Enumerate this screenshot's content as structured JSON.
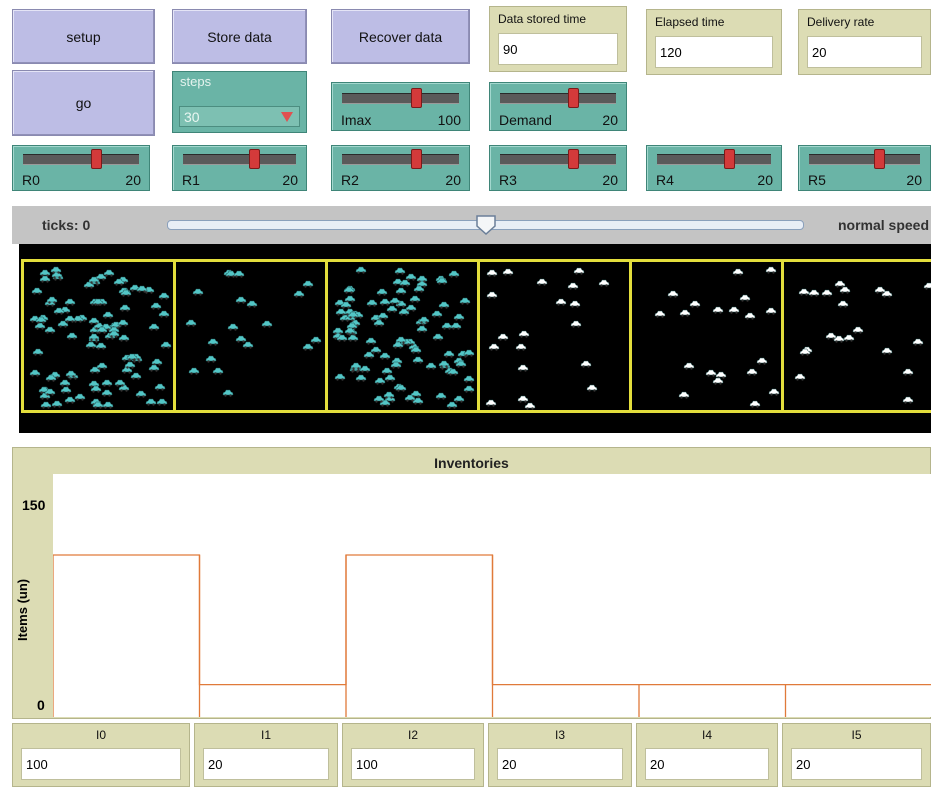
{
  "buttons": {
    "setup": "setup",
    "store": "Store data",
    "recover": "Recover data",
    "go": "go"
  },
  "monitors": {
    "data_stored_time": {
      "label": "Data stored time",
      "value": "90"
    },
    "elapsed_time": {
      "label": "Elapsed time",
      "value": "120"
    },
    "delivery_rate": {
      "label": "Delivery rate",
      "value": "20"
    }
  },
  "chooser": {
    "label": "steps",
    "value": "30"
  },
  "sliders": {
    "imax": {
      "name": "Imax",
      "value": "100",
      "level": 0.62
    },
    "demand": {
      "name": "Demand",
      "value": "20",
      "level": 0.62
    },
    "R0": {
      "name": "R0",
      "value": "20",
      "level": 0.62
    },
    "R1": {
      "name": "R1",
      "value": "20",
      "level": 0.62
    },
    "R2": {
      "name": "R2",
      "value": "20",
      "level": 0.62
    },
    "R3": {
      "name": "R3",
      "value": "20",
      "level": 0.62
    },
    "R4": {
      "name": "R4",
      "value": "20",
      "level": 0.62
    },
    "R5": {
      "name": "R5",
      "value": "20",
      "level": 0.62
    }
  },
  "ticks": {
    "label": "ticks: 0",
    "speed_label": "normal speed",
    "speed_level": 0.5
  },
  "world": {
    "patches": [
      {
        "name": "I0",
        "cars": 100,
        "color": "#53c6c6"
      },
      {
        "name": "I1",
        "cars": 20,
        "color": "#53c6c6"
      },
      {
        "name": "I2",
        "cars": 100,
        "color": "#53c6c6"
      },
      {
        "name": "I3",
        "cars": 20,
        "color": "#ffffff"
      },
      {
        "name": "I4",
        "cars": 20,
        "color": "#ffffff"
      },
      {
        "name": "I5",
        "cars": 20,
        "color": "#ffffff"
      }
    ]
  },
  "chart_data": {
    "type": "bar",
    "title": "Inventories",
    "ylabel": "Items (un)",
    "xlabel": "",
    "ylim": [
      0,
      150
    ],
    "ytick_labels": [
      "150",
      "0"
    ],
    "categories": [
      "I0",
      "I1",
      "I2",
      "I3",
      "I4",
      "I5"
    ],
    "values": [
      100,
      20,
      100,
      20,
      20,
      20
    ],
    "bar_color": "#e07a3a"
  },
  "inventory_monitors": [
    {
      "label": "I0",
      "value": "100"
    },
    {
      "label": "I1",
      "value": "20"
    },
    {
      "label": "I2",
      "value": "100"
    },
    {
      "label": "I3",
      "value": "20"
    },
    {
      "label": "I4",
      "value": "20"
    },
    {
      "label": "I5",
      "value": "20"
    }
  ]
}
